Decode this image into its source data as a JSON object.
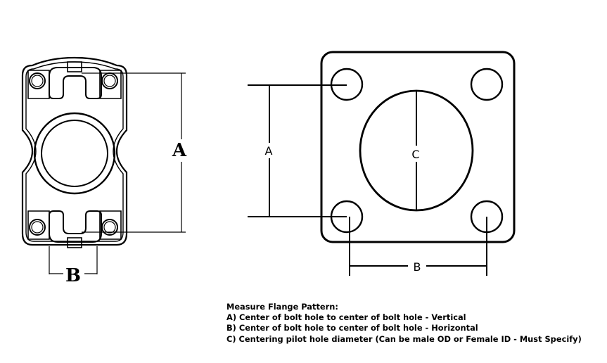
{
  "left_diagram": {
    "label_a": "A",
    "label_b": "B"
  },
  "right_diagram": {
    "label_a": "A",
    "label_b": "B",
    "label_c": "C"
  },
  "notes": {
    "heading": "Measure Flange Pattern:",
    "lines": [
      "A) Center of bolt hole to center of bolt hole - Vertical",
      "B) Center of bolt hole to center of bolt hole - Horizontal",
      "C) Centering pilot hole diameter (Can be male OD or Female ID - Must Specify)"
    ]
  }
}
